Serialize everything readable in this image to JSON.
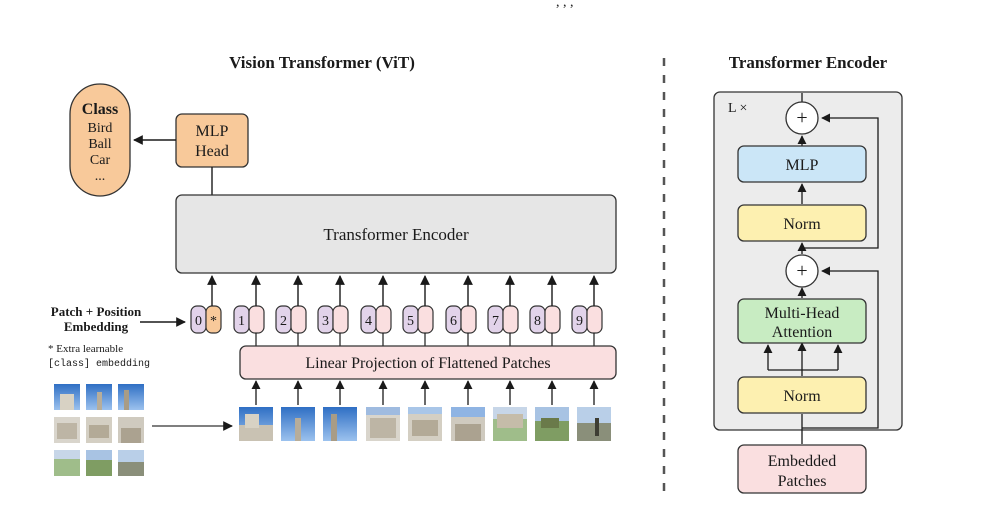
{
  "header_fragment": ", , ,",
  "vit": {
    "title": "Vision Transformer (ViT)",
    "class_box": {
      "title": "Class",
      "items": [
        "Bird",
        "Ball",
        "Car",
        "..."
      ]
    },
    "mlp_head": [
      "MLP",
      "Head"
    ],
    "encoder_label": "Transformer Encoder",
    "patch_position_label": [
      "Patch + Position",
      "Embedding"
    ],
    "extra_note": [
      "* Extra learnable",
      "[class] embedding"
    ],
    "class_token": {
      "index": "0",
      "star": "*"
    },
    "tokens": [
      "1",
      "2",
      "3",
      "4",
      "5",
      "6",
      "7",
      "8",
      "9"
    ],
    "linear_projection": "Linear Projection of Flattened Patches"
  },
  "encoder_detail": {
    "title": "Transformer Encoder",
    "repeat": "L ×",
    "mlp": "MLP",
    "norm_top": "Norm",
    "attention": [
      "Multi-Head",
      "Attention"
    ],
    "norm_bottom": "Norm",
    "plus": "+",
    "embedded_patches": [
      "Embedded",
      "Patches"
    ]
  },
  "colors": {
    "orange": "#f8c99a",
    "gray_box": "#e6e6e6",
    "pink": "#fadfe0",
    "purple": "#e2d3ea",
    "blue": "#cbe6f7",
    "yellow": "#fdf0b0",
    "green": "#c8ecc2",
    "outer_gray": "#ececec",
    "stroke": "#333333"
  }
}
